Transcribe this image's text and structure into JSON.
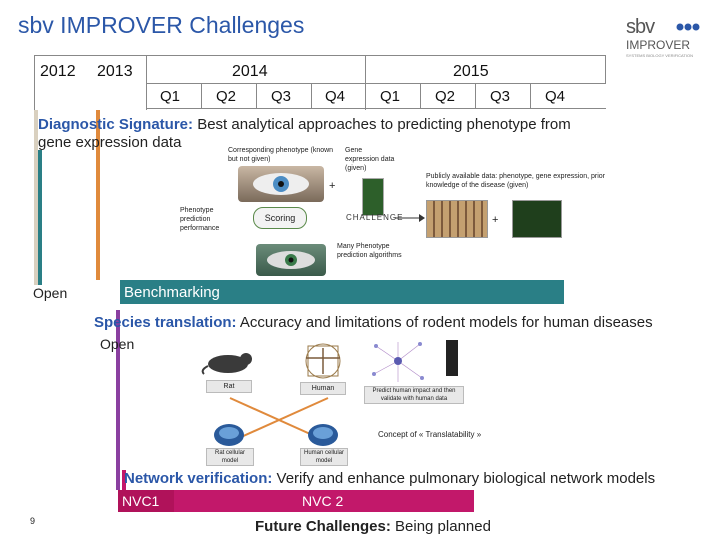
{
  "title": "sbv IMPROVER Challenges",
  "logo": {
    "line1": "sbv",
    "line2": "IMPROVER",
    "tagline": "SYSTEMS BIOLOGY VERIFICATION"
  },
  "timeline": {
    "years": [
      "2012",
      "2013",
      "2014",
      "2015"
    ],
    "quarters_2014": [
      "Q1",
      "Q2",
      "Q3",
      "Q4"
    ],
    "quarters_2015": [
      "Q1",
      "Q2",
      "Q3",
      "Q4"
    ]
  },
  "diagnostic": {
    "title_bold": "Diagnostic Signature:",
    "title_rest": " Best analytical approaches to predicting phenotype from",
    "title_line2": "gene expression data",
    "corresponding_phenotype": "Corresponding phenotype (known but not given)",
    "gene_expression": "Gene expression data (given)",
    "publicly_available": "Publicly available data: phenotype, gene expression, prior knowledge of the disease (given)",
    "plus1": "+",
    "plus2": "+",
    "phenotype_prediction": "Phenotype prediction performance",
    "scoring": "Scoring",
    "challenge": "CHALLENGE",
    "many_phenotype": "Many Phenotype prediction algorithms",
    "status": "Open"
  },
  "benchmarking": {
    "label": "Benchmarking"
  },
  "species": {
    "title_bold": "Species translation:",
    "title_rest": " Accuracy and limitations of rodent models for human diseases",
    "status": "Open",
    "rat": "Rat",
    "human": "Human",
    "predict": "Predict human impact and then validate with human data",
    "rat_cellular": "Rat cellular model",
    "human_cellular": "Human cellular model",
    "concept": "Concept of « Translatability »"
  },
  "network": {
    "title_bold": "Network verification:",
    "title_rest": " Verify and enhance pulmonary biological network models",
    "nvc1": "NVC1",
    "nvc2": "NVC 2"
  },
  "future": {
    "title_bold": "Future Challenges:",
    "title_rest": " Being planned"
  },
  "page_number": "9",
  "colors": {
    "title_blue": "#2b57a8",
    "diagnostic_orange": "#e08a3c",
    "benchmark_teal": "#2a7f86",
    "species_purple": "#8a3fa0",
    "network_magenta": "#c2186a"
  }
}
